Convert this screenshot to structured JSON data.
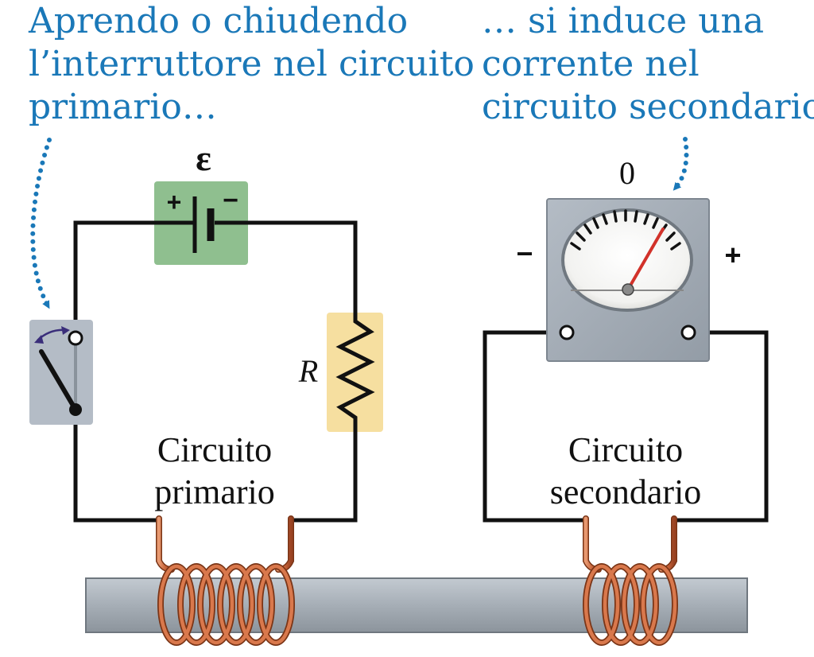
{
  "captions": {
    "left": [
      "Aprendo o chiudendo",
      "l’interruttore nel circuito",
      "primario…"
    ],
    "right": [
      "… si induce una",
      "corrente nel",
      "circuito secondario."
    ]
  },
  "primary": {
    "emf_symbol": "ε",
    "battery_plus": "+",
    "battery_minus": "−",
    "resistor_label": "R",
    "label_line1": "Circuito",
    "label_line2": "primario"
  },
  "secondary": {
    "meter_zero": "0",
    "meter_minus": "−",
    "meter_plus": "+",
    "label_line1": "Circuito",
    "label_line2": "secondario"
  },
  "colors": {
    "caption": "#1a78b8",
    "arrow": "#1a78b8",
    "wire": "#111111",
    "battery_bg": "#8fbf8f",
    "resistor_bg": "#f6dfa0",
    "switch_bg": "#b4bcc6",
    "meter_body": "#a3acb6",
    "needle": "#d2322a",
    "coil": "#c8643a",
    "rod": "#a6aeb6"
  },
  "icons": {
    "switch": "switch-icon",
    "battery": "battery-icon",
    "resistor": "resistor-icon",
    "galvanometer": "galvanometer-icon",
    "coil": "coil-icon"
  }
}
